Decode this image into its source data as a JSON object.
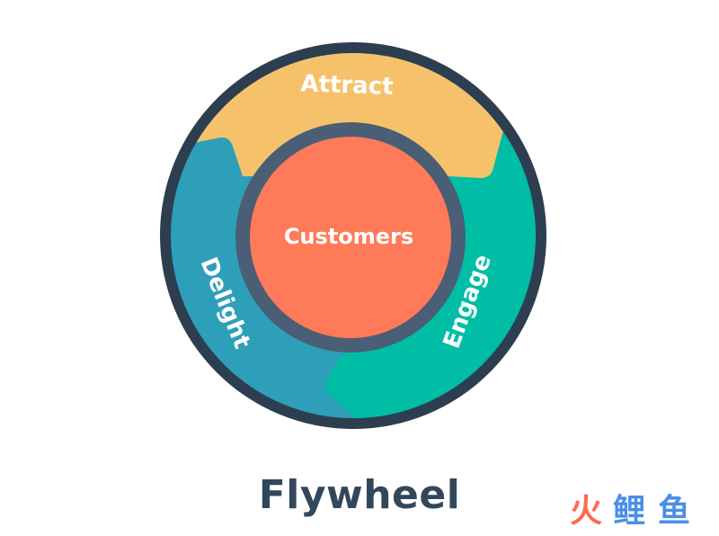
{
  "diagram": {
    "segments": [
      {
        "id": "attract",
        "label": "Attract",
        "color": "#f5c26b"
      },
      {
        "id": "engage",
        "label": "Engage",
        "color": "#00bda5"
      },
      {
        "id": "delight",
        "label": "Delight",
        "color": "#2e9fb8"
      }
    ],
    "center": {
      "label": "Customers",
      "color": "#ff7a59"
    },
    "ring_color": "#2d3e50",
    "inner_ring_color": "#4a5e75"
  },
  "caption": "Flywheel",
  "watermark": {
    "chars": [
      "火",
      "鲤",
      "鱼"
    ],
    "colors": [
      "#ff6a4d",
      "#4a8fe8",
      "#4a8fe8"
    ]
  }
}
